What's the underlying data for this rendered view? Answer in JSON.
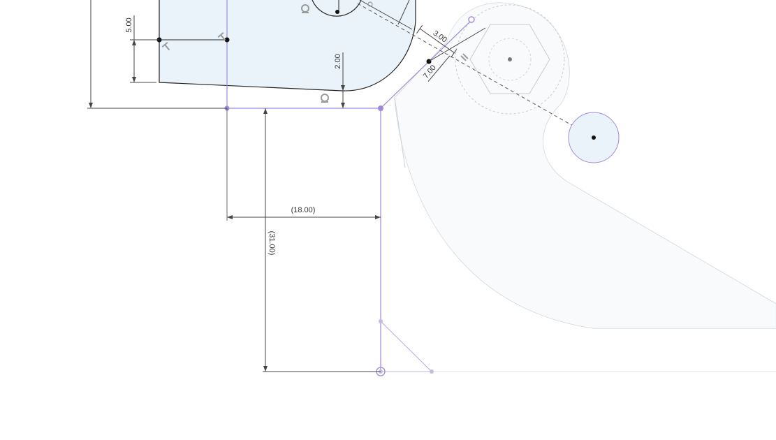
{
  "sketch": {
    "colors": {
      "profile_fill": "#eaf3f9",
      "profile_stroke": "#222222",
      "body_fill": "#f6f9fb",
      "body_stroke": "#c8ccd0",
      "construction": "#9f89d9",
      "dimension": "#444444",
      "point": "#111111",
      "constraint_icon": "#9a9a9a"
    },
    "dimensions": {
      "d_5": "5.00",
      "d_2": "2.00",
      "d_3": "3.00",
      "d_7": "7.00",
      "d_18": "(18.00)",
      "d_31": "(31.00)"
    },
    "constraint_icons": [
      "coincident-icon",
      "perpendicular-icon",
      "tangent-icon",
      "parallel-icon"
    ]
  }
}
